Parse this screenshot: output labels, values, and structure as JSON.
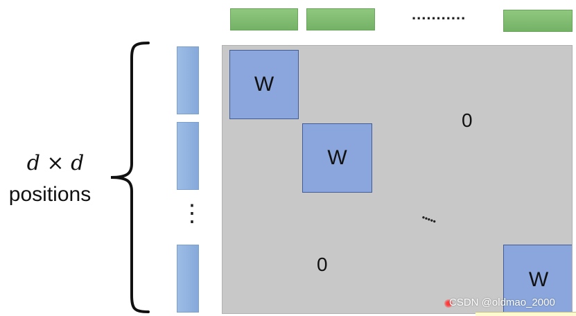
{
  "label": {
    "formula": "d × d",
    "text": "positions"
  },
  "top_row": {
    "ellipsis": "..........."
  },
  "left_column": {
    "ellipsis": "⋮"
  },
  "matrix": {
    "block_label": "W",
    "zero_label": "0",
    "diag_ellipsis": "•••••"
  },
  "watermark": "CSDN @oldmao_2000",
  "colors": {
    "green": "#7fbb6f",
    "blue_bar": "#8fb0de",
    "matrix_bg": "#c8c8c8",
    "w_block": "#8aa6dc",
    "w_border": "#3f5a94"
  }
}
